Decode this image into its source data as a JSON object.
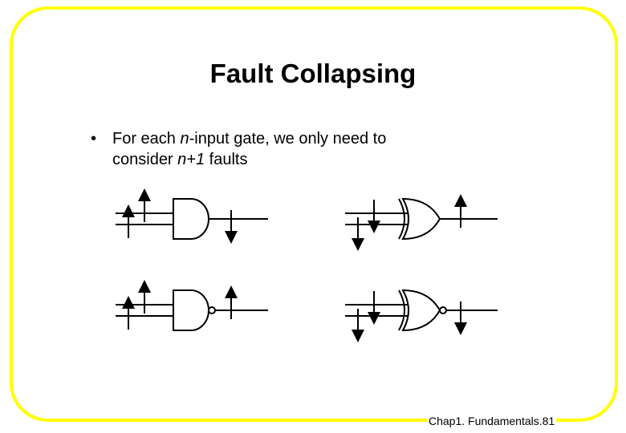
{
  "slide": {
    "title": "Fault Collapsing",
    "bullet": {
      "marker": "•",
      "line1_prefix": "For each ",
      "n1": "n",
      "line1_suffix": "-input gate, we only need to",
      "line2_prefix": "consider ",
      "n_plus_1": "n+1",
      "line2_suffix": " faults"
    },
    "footer": "Chap1.  Fundamentals.81",
    "frame_color": "#ffff00"
  },
  "gates": [
    {
      "type": "AND",
      "inputs": [
        "up",
        "up"
      ],
      "output": "down"
    },
    {
      "type": "OR",
      "inputs": [
        "down",
        "down"
      ],
      "output": "up"
    },
    {
      "type": "NAND",
      "inputs": [
        "up",
        "up"
      ],
      "output": "up"
    },
    {
      "type": "NOR",
      "inputs": [
        "down",
        "down"
      ],
      "output": "down"
    }
  ]
}
